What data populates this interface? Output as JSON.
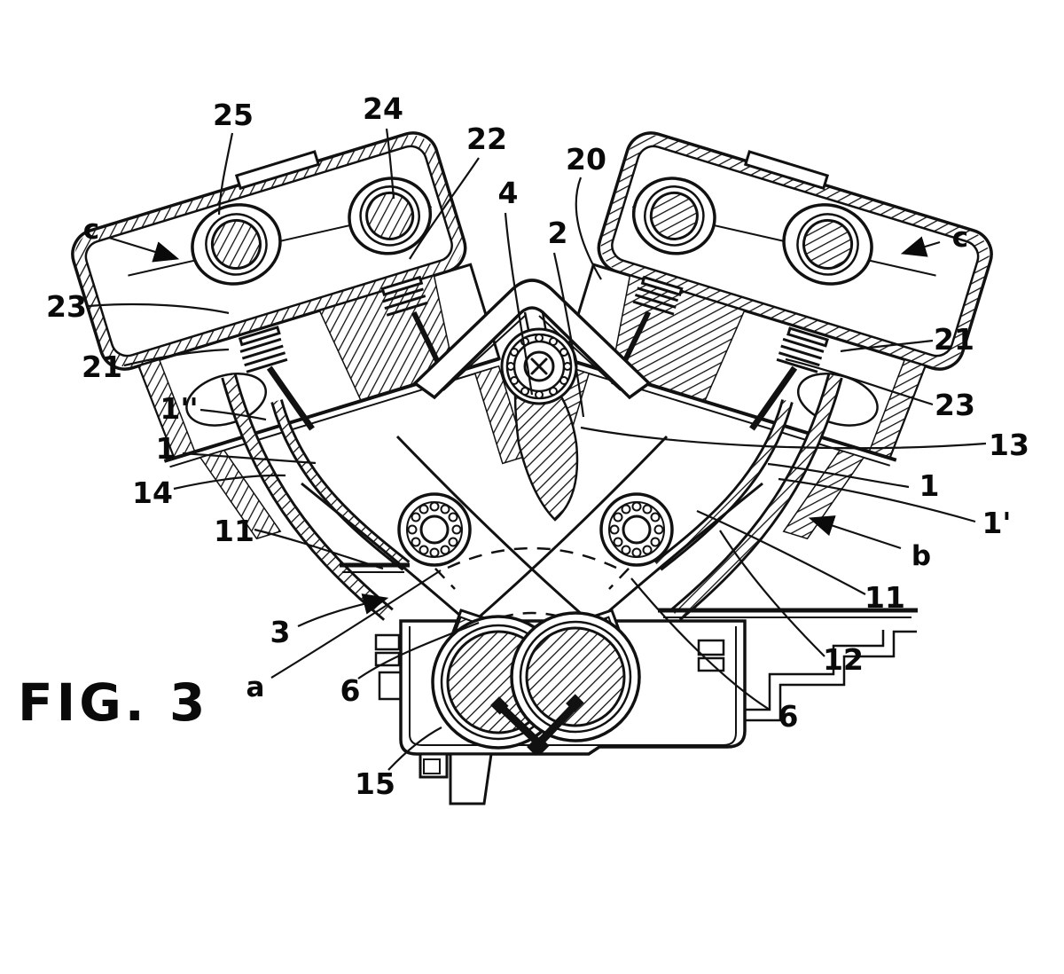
{
  "figure": {
    "caption": "FIG. 3"
  },
  "labels": [
    {
      "id": "ref-25",
      "text": "25"
    },
    {
      "id": "ref-24",
      "text": "24"
    },
    {
      "id": "ref-22",
      "text": "22"
    },
    {
      "id": "ref-20",
      "text": "20"
    },
    {
      "id": "ref-4",
      "text": "4"
    },
    {
      "id": "ref-2",
      "text": "2"
    },
    {
      "id": "ref-c-left",
      "text": "c"
    },
    {
      "id": "ref-c-right",
      "text": "c"
    },
    {
      "id": "ref-23-left",
      "text": "23"
    },
    {
      "id": "ref-21-left",
      "text": "21"
    },
    {
      "id": "ref-21-right",
      "text": "21"
    },
    {
      "id": "ref-23-right",
      "text": "23"
    },
    {
      "id": "ref-1-dblprime",
      "text": "1''"
    },
    {
      "id": "ref-1-left",
      "text": "1"
    },
    {
      "id": "ref-14",
      "text": "14"
    },
    {
      "id": "ref-13",
      "text": "13"
    },
    {
      "id": "ref-1-right",
      "text": "1"
    },
    {
      "id": "ref-1-prime",
      "text": "1'"
    },
    {
      "id": "ref-11-left",
      "text": "11"
    },
    {
      "id": "ref-b",
      "text": "b"
    },
    {
      "id": "ref-11-right",
      "text": "11"
    },
    {
      "id": "ref-12",
      "text": "12"
    },
    {
      "id": "ref-3",
      "text": "3"
    },
    {
      "id": "ref-a",
      "text": "a"
    },
    {
      "id": "ref-6-left",
      "text": "6"
    },
    {
      "id": "ref-6-right",
      "text": "6"
    },
    {
      "id": "ref-15",
      "text": "15"
    }
  ]
}
